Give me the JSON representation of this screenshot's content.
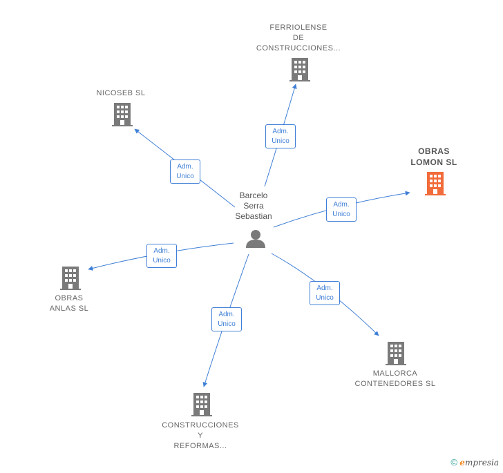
{
  "center": {
    "name_lines": [
      "Barcelo",
      "Serra",
      "Sebastian"
    ],
    "icon": "person-icon"
  },
  "colors": {
    "edge": "#3f7fd6",
    "building": "#7a7a7a",
    "highlight": "#f26b3a"
  },
  "companies": [
    {
      "id": "ferriolense",
      "lines": [
        "FERRIOLENSE",
        "DE",
        "CONSTRUCCIONES..."
      ],
      "icon": "building-icon",
      "highlight": false
    },
    {
      "id": "nicoseb",
      "lines": [
        "NICOSEB SL"
      ],
      "icon": "building-icon",
      "highlight": false
    },
    {
      "id": "obras-lomon",
      "lines": [
        "OBRAS",
        "LOMON SL"
      ],
      "icon": "building-icon",
      "highlight": true
    },
    {
      "id": "obras-anlas",
      "lines": [
        "OBRAS",
        "ANLAS SL"
      ],
      "icon": "building-icon",
      "highlight": false
    },
    {
      "id": "mallorca",
      "lines": [
        "MALLORCA",
        "CONTENEDORES SL"
      ],
      "icon": "building-icon",
      "highlight": false
    },
    {
      "id": "construcciones-reformas",
      "lines": [
        "CONSTRUCCIONES",
        "Y",
        "REFORMAS..."
      ],
      "icon": "building-icon",
      "highlight": false
    }
  ],
  "edges": [
    {
      "to": "ferriolense",
      "label": [
        "Adm.",
        "Unico"
      ]
    },
    {
      "to": "nicoseb",
      "label": [
        "Adm.",
        "Unico"
      ]
    },
    {
      "to": "obras-lomon",
      "label": [
        "Adm.",
        "Unico"
      ]
    },
    {
      "to": "obras-anlas",
      "label": [
        "Adm.",
        "Unico"
      ]
    },
    {
      "to": "mallorca",
      "label": [
        "Adm.",
        "Unico"
      ]
    },
    {
      "to": "construcciones-reformas",
      "label": [
        "Adm.",
        "Unico"
      ]
    }
  ],
  "brand": {
    "copyright": "©",
    "e": "e",
    "rest": "mpresia"
  }
}
